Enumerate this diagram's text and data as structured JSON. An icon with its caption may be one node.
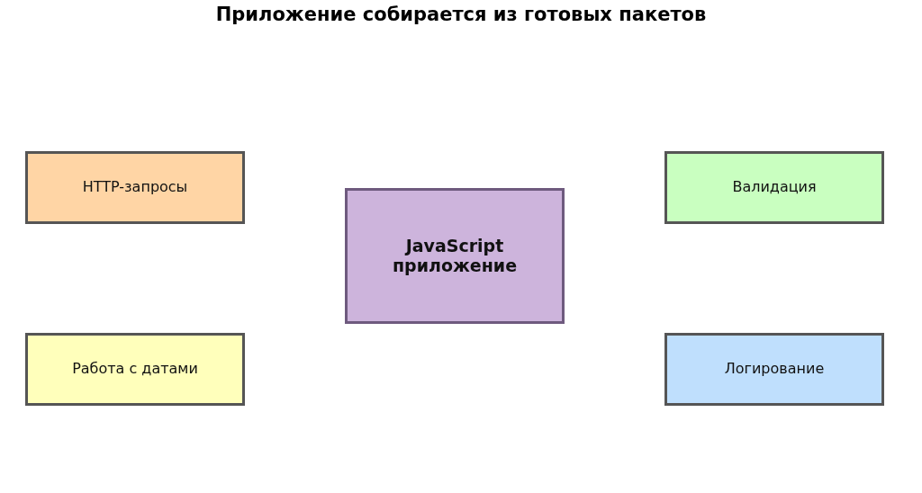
{
  "diagram": {
    "title": "Приложение собирается из готовых пакетов",
    "nodes": [
      {
        "text": [
          "HTTP-запросы"
        ]
      },
      {
        "text": [
          "Валидация"
        ]
      },
      {
        "text": [
          "JavaScript приложение"
        ]
      },
      {
        "text": [
          "Работа с датами"
        ]
      },
      {
        "text": [
          "Логирование"
        ]
      }
    ]
  }
}
